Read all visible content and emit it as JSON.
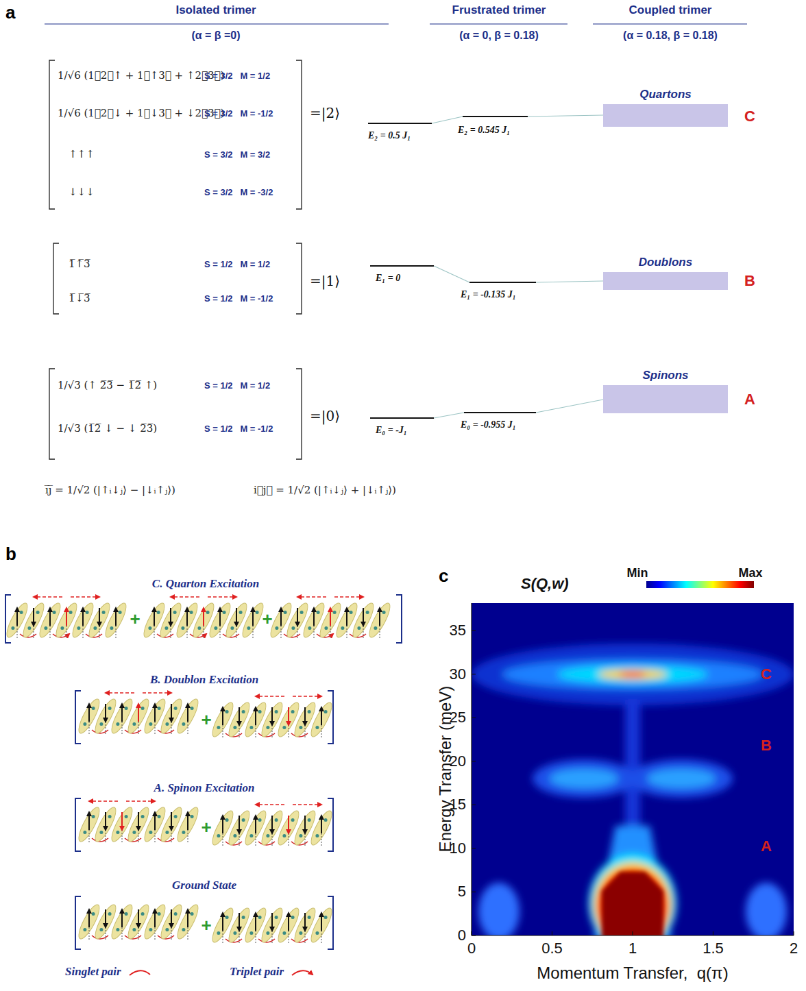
{
  "diagram": {
    "nodes": [
      {
        "text": [
          "Quartons"
        ]
      },
      {
        "text": [
          "Doublons"
        ]
      },
      {
        "text": [
          "Spinons"
        ]
      }
    ],
    "labels": [
      "a",
      "Isolated trimer",
      "(α = β =0)",
      "Frustrated trimer",
      "(α = 0, β = 0.18)",
      "Coupled trimer",
      "(α = 0.18, β = 0.18)",
      "1/√6 (1⃗2⃗↑ + 1⃗↑3⃗ + ↑2⃗3⃗)",
      "S = 3/2   M = 1/2",
      "1/√6 (1⃗2⃗↓ + 1⃗↓3⃗ + ↓2⃗3⃗)",
      "S = 3/2   M = -1/2",
      "↑↑↑",
      "S = 3/2   M = 3/2",
      "↓↓↓",
      "S = 3/2   M = -3/2",
      "=|2⟩",
      "E₂ = 0.5 J₁",
      "E₂ = 0.545 J₁",
      "C",
      "1̅↑̅3̅",
      "S = 1/2   M = 1/2",
      "1̅↓̅3̅",
      "S = 1/2   M = -1/2",
      "=|1⟩",
      "E₁ = 0",
      "E₁ = -0.135 J₁",
      "B",
      "1/√3 (↑ 2̅3̅ − 1̅2̅ ↑)",
      "S = 1/2   M = 1/2",
      "1/√3 (1̅2̅ ↓ − ↓ 2̅3̅)",
      "S = 1/2   M = -1/2",
      "=|0⟩",
      "E₀ = -J₁",
      "E₀ = -0.955 J₁",
      "A",
      "i̅j̅ = 1/√2 (|↑ᵢ↓ⱼ⟩ − |↓ᵢ↑ⱼ⟩)",
      "i⃗j⃗ = 1/√2 (|↑ᵢ↓ⱼ⟩ + |↓ᵢ↑ⱼ⟩)",
      "b",
      "C. Quarton Excitation",
      "+",
      "+",
      "B. Doublon Excitation",
      "+",
      "A. Spinon Excitation",
      "+",
      "Ground State",
      "+",
      "c",
      "S(Q,w)",
      "Min",
      "Max",
      "0",
      "5",
      "10",
      "15",
      "20",
      "25",
      "30",
      "35",
      "0",
      "0.5",
      "1",
      "1.5",
      "2",
      "Energy Transfer (meV)",
      "Momentum Transfer,  q(π)",
      "C",
      "B",
      "A"
    ],
    "legend": [
      {
        "text": "Singlet pair"
      },
      {
        "text": "Triplet pair"
      }
    ]
  }
}
